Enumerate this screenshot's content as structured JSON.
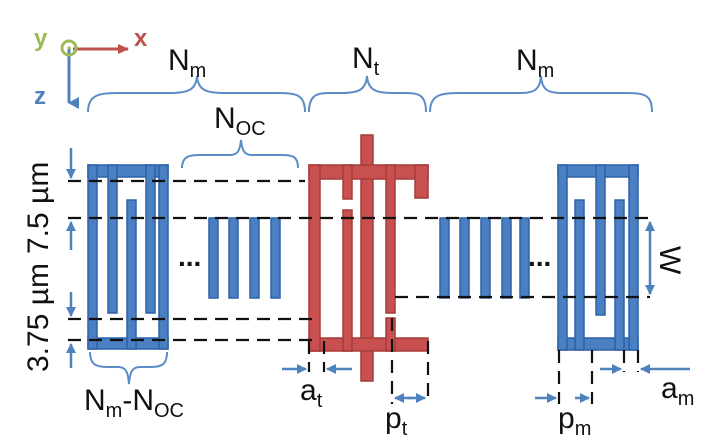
{
  "labels": {
    "axis_y": "y",
    "axis_x": "x",
    "axis_z": "z",
    "nm_left_base": "N",
    "nm_left_sub": "m",
    "nt_base": "N",
    "nt_sub": "t",
    "nm_right_base": "N",
    "nm_right_sub": "m",
    "noc_base": "N",
    "noc_sub": "OC",
    "ellipsis_left": "...",
    "ellipsis_right": "...",
    "dim_top": "7.5 µm",
    "dim_bottom": "3.75 µm",
    "w": "W",
    "nm_noc_base1": "N",
    "nm_noc_sub1": "m",
    "nm_noc_dash": "-N",
    "nm_noc_sub2": "OC",
    "at_base": "a",
    "at_sub": "t",
    "pt_base": "p",
    "pt_sub": "t",
    "pm_base": "p",
    "pm_sub": "m",
    "am_base": "a",
    "am_sub": "m"
  },
  "colors": {
    "blue": "#4a7fc1",
    "blue_dark": "#2e62a8",
    "red": "#c8504f",
    "red_dark": "#a63b3a",
    "brace": "#5b8cc8",
    "axis_y": "#9bbb59",
    "axis_x": "#c0504d",
    "axis_z": "#4f81bd",
    "dim_arrow": "#4f81bd"
  }
}
